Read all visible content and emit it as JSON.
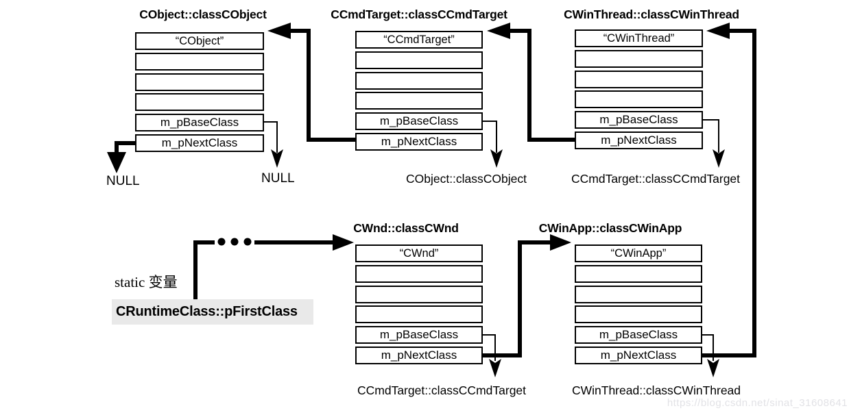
{
  "diagram": {
    "boxes": [
      {
        "title": "CObject::classCObject",
        "class_string": "“CObject”",
        "base_field": "m_pBaseClass",
        "next_field": "m_pNextClass"
      },
      {
        "title": "CCmdTarget::classCCmdTarget",
        "class_string": "“CCmdTarget”",
        "base_field": "m_pBaseClass",
        "next_field": "m_pNextClass"
      },
      {
        "title": "CWinThread::classCWinThread",
        "class_string": "“CWinThread”",
        "base_field": "m_pBaseClass",
        "next_field": "m_pNextClass"
      },
      {
        "title": "CWnd::classCWnd",
        "class_string": "“CWnd”",
        "base_field": "m_pBaseClass",
        "next_field": "m_pNextClass"
      },
      {
        "title": "CWinApp::classCWinApp",
        "class_string": "“CWinApp”",
        "base_field": "m_pBaseClass",
        "next_field": "m_pNextClass"
      }
    ],
    "labels": {
      "null_next": "NULL",
      "null_base": "NULL",
      "top_target_1": "CObject::classCObject",
      "top_target_2": "CCmdTarget::classCCmdTarget",
      "bottom_target_1": "CCmdTarget::classCCmdTarget",
      "bottom_target_2": "CWinThread::classCWinThread"
    },
    "static_pointer": {
      "caption": "static 变量",
      "label": "CRuntimeClass::pFirstClass"
    },
    "watermark": "https://blog.csdn.net/sinat_31608641",
    "colors": {
      "line": "#000000",
      "highlight_bg": "#e9e9e9",
      "watermark_text": "#e2e2e6"
    }
  }
}
